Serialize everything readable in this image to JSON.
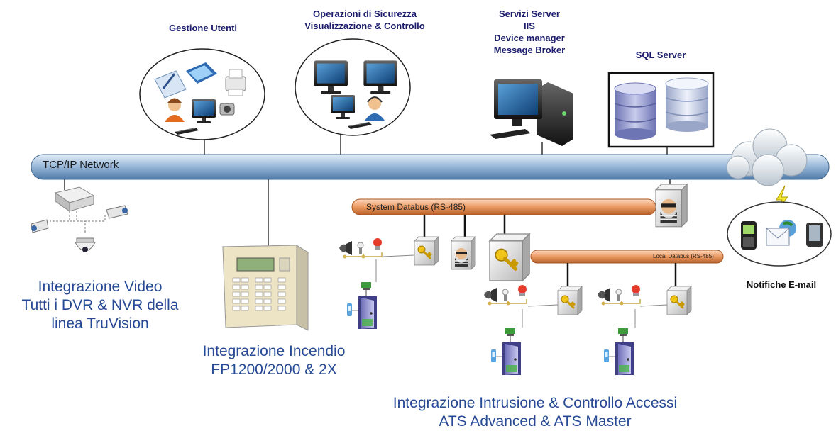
{
  "labels": {
    "gestione_utenti": "Gestione Utenti",
    "operazioni": [
      "Operazioni di Sicurezza",
      "Visualizzazione & Controllo"
    ],
    "servizi": [
      "Servizi Server",
      "IIS",
      "Device manager",
      "Message Broker"
    ],
    "sql_server": "SQL Server",
    "network": "TCP/IP Network",
    "system_databus": "System Databus (RS-485)",
    "local_databus": "Local Databus (RS-485)",
    "notifiche": "Notifiche E-mail",
    "video": [
      "Integrazione Video",
      "Tutti i DVR & NVR della",
      "linea TruVision"
    ],
    "incendio": [
      "Integrazione Incendio",
      "FP1200/2000 & 2X"
    ],
    "intrusione": [
      "Integrazione Intrusione & Controllo Accessi",
      "ATS Advanced & ATS Master"
    ]
  },
  "icons": [
    "user-icon",
    "scanner-icon",
    "printer-icon",
    "camera-icon",
    "pen-tablet-icon",
    "monitor-icon",
    "keyboard-icon",
    "operator-headset-icon",
    "server-tower-icon",
    "database-icon",
    "cloud-icon",
    "lightning-icon",
    "mobile-phone-icon",
    "email-icon",
    "pda-icon",
    "dvr-icon",
    "cctv-camera-icon",
    "dome-camera-icon",
    "fire-panel-icon",
    "control-panel-icon",
    "key-icon",
    "intruder-icon",
    "siren-icon",
    "door-icon",
    "card-reader-icon",
    "pir-sensor-icon"
  ],
  "colors": {
    "network": "#7fa2c9",
    "databus": "#e8935b",
    "label_dark": "#1c1c6e",
    "label_blue": "#274a96"
  }
}
